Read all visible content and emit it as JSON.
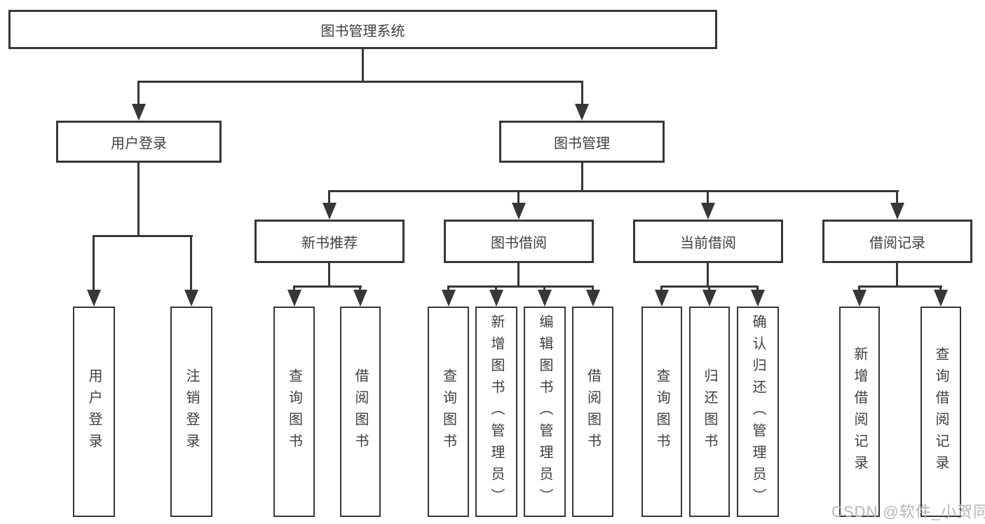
{
  "colors": {
    "line": "#373737",
    "text": "#3a4046",
    "background": "#ffffff",
    "watermark": "#b5b5b5"
  },
  "diagram": {
    "root": {
      "label": "图书管理系统"
    },
    "level2": [
      {
        "label": "用户登录"
      },
      {
        "label": "图书管理"
      }
    ],
    "level3": [
      {
        "label": "新书推荐"
      },
      {
        "label": "图书借阅"
      },
      {
        "label": "当前借阅"
      },
      {
        "label": "借阅记录"
      }
    ],
    "leaves": [
      {
        "label": "用户登录"
      },
      {
        "label": "注销登录"
      },
      {
        "label": "查询图书"
      },
      {
        "label": "借阅图书"
      },
      {
        "label": "查询图书"
      },
      {
        "label": "新增图书（管理员）"
      },
      {
        "label": "编辑图书（管理员）"
      },
      {
        "label": "借阅图书"
      },
      {
        "label": "查询图书"
      },
      {
        "label": "归还图书"
      },
      {
        "label": "确认归还（管理员）"
      },
      {
        "label": "新增借阅记录"
      },
      {
        "label": "查询借阅记录"
      }
    ],
    "watermark": "CSDN @软件_小贺同学"
  }
}
